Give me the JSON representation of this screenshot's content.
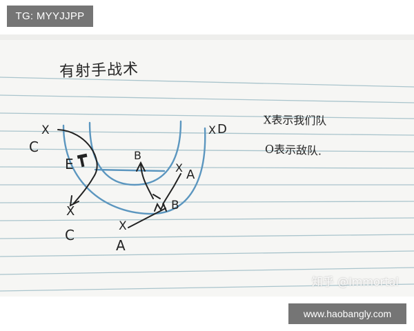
{
  "watermarks": {
    "top_left": "TG: MYYJJPP",
    "bottom_right": "www.haobangly.com",
    "zhihu": "知乎 @Immortal"
  },
  "note": {
    "title": "有射手战术",
    "legend": [
      "X表示我们队",
      "O表示敌队."
    ],
    "labels": {
      "c_top": "C",
      "x_c_top": "X",
      "e": "E",
      "b_mid": "B",
      "x_a": "X",
      "a_right": "A",
      "x_d": "X",
      "d": "D",
      "b_low": "B",
      "x_c_low": "X",
      "c_low": "C",
      "x_a_low": "X",
      "a_low": "A"
    }
  },
  "colors": {
    "paper": "#f6f6f4",
    "rule_line": "#a9c4cc",
    "pen_blue": "#5b96bf",
    "ink": "#222222"
  }
}
